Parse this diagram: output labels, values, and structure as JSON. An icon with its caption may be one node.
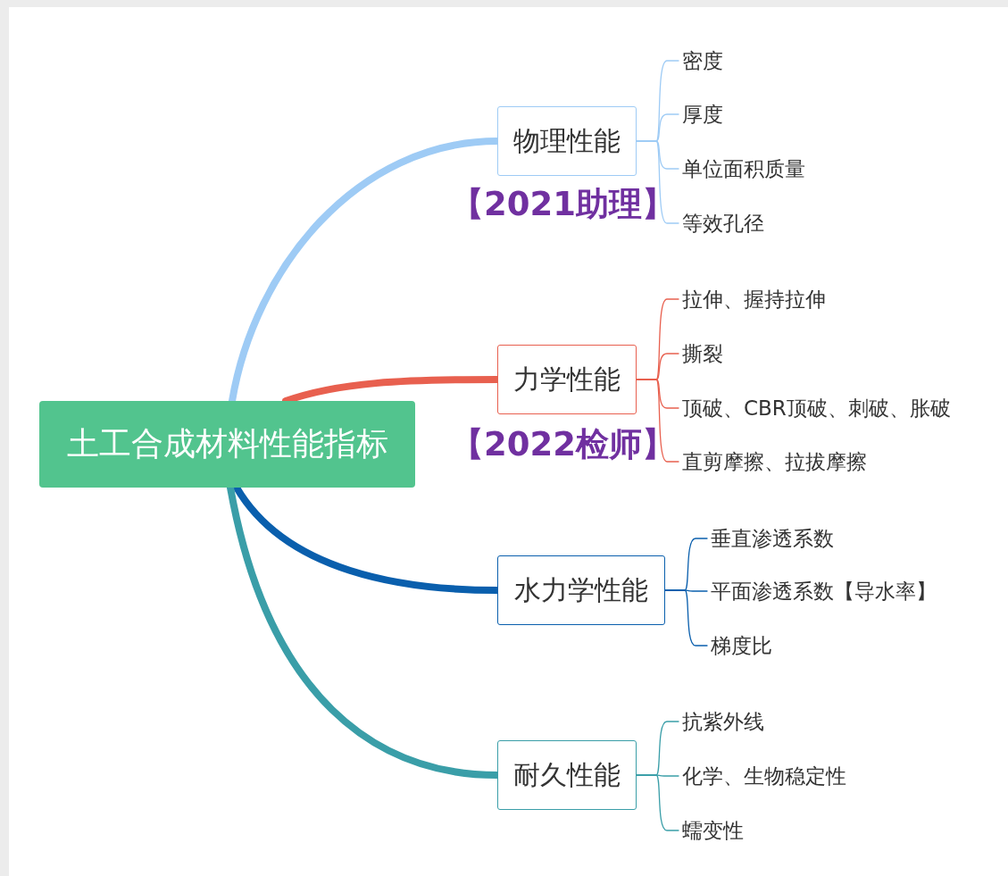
{
  "diagram": {
    "nodes": [
      {
        "text": [
          "土工合成材料性能指标"
        ]
      },
      {
        "text": [
          "物理性能"
        ]
      },
      {
        "text": [
          "密度"
        ]
      },
      {
        "text": [
          "厚度"
        ]
      },
      {
        "text": [
          "单位面积质量"
        ]
      },
      {
        "text": [
          "等效孔径"
        ]
      },
      {
        "text": [
          "力学性能"
        ]
      },
      {
        "text": [
          "拉伸、握持拉伸"
        ]
      },
      {
        "text": [
          "撕裂"
        ]
      },
      {
        "text": [
          "顶破、CBR顶破、刺破、胀破"
        ]
      },
      {
        "text": [
          "直剪摩擦、拉拔摩擦"
        ]
      },
      {
        "text": [
          "水力学性能"
        ]
      },
      {
        "text": [
          "垂直渗透系数"
        ]
      },
      {
        "text": [
          "平面渗透系数【导水率】"
        ]
      },
      {
        "text": [
          "梯度比"
        ]
      },
      {
        "text": [
          "耐久性能"
        ]
      },
      {
        "text": [
          "抗紫外线"
        ]
      },
      {
        "text": [
          "化学、生物稳定性"
        ]
      },
      {
        "text": [
          "蠕变性"
        ]
      }
    ],
    "edges": [
      {
        "from": 0,
        "to": 1,
        "arrow": "none",
        "style": "thick",
        "color": "#9ecbf5"
      },
      {
        "from": 1,
        "to": 2,
        "arrow": "none",
        "color": "#9ecbf5"
      },
      {
        "from": 1,
        "to": 3,
        "arrow": "none",
        "color": "#9ecbf5"
      },
      {
        "from": 1,
        "to": 4,
        "arrow": "none",
        "color": "#9ecbf5"
      },
      {
        "from": 1,
        "to": 5,
        "arrow": "none",
        "color": "#9ecbf5"
      },
      {
        "from": 0,
        "to": 6,
        "arrow": "none",
        "style": "thick",
        "color": "#e8604f"
      },
      {
        "from": 6,
        "to": 7,
        "arrow": "none",
        "color": "#e8604f"
      },
      {
        "from": 6,
        "to": 8,
        "arrow": "none",
        "color": "#e8604f"
      },
      {
        "from": 6,
        "to": 9,
        "arrow": "none",
        "color": "#e8604f"
      },
      {
        "from": 6,
        "to": 10,
        "arrow": "none",
        "color": "#e8604f"
      },
      {
        "from": 0,
        "to": 11,
        "arrow": "none",
        "style": "thick",
        "color": "#0a5fad"
      },
      {
        "from": 11,
        "to": 12,
        "arrow": "none",
        "color": "#0a5fad"
      },
      {
        "from": 11,
        "to": 13,
        "arrow": "none",
        "color": "#0a5fad"
      },
      {
        "from": 11,
        "to": 14,
        "arrow": "none",
        "color": "#0a5fad"
      },
      {
        "from": 0,
        "to": 15,
        "arrow": "none",
        "style": "thick",
        "color": "#3a9ea8"
      },
      {
        "from": 15,
        "to": 16,
        "arrow": "none",
        "color": "#3a9ea8"
      },
      {
        "from": 15,
        "to": 17,
        "arrow": "none",
        "color": "#3a9ea8"
      },
      {
        "from": 15,
        "to": 18,
        "arrow": "none",
        "color": "#3a9ea8"
      }
    ],
    "labels": [
      "【2021助理】",
      "【2022检师】"
    ]
  }
}
